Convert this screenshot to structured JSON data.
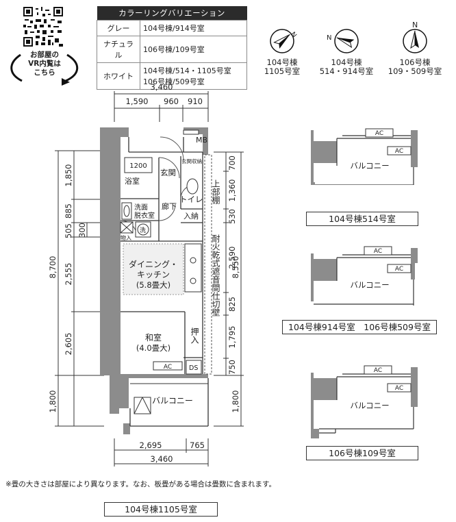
{
  "qr": {
    "caption_lines": [
      "お部屋の",
      "VR内覧は",
      "こちら"
    ]
  },
  "color_table": {
    "header": "カラーリングバリエーション",
    "rows": [
      {
        "name": "グレー",
        "lines": [
          "104号棟/914号室"
        ]
      },
      {
        "name": "ナチュラル",
        "lines": [
          "106号棟/109号室"
        ]
      },
      {
        "name": "ホワイト",
        "lines": [
          "104号棟/514・1105号室",
          "106号棟/509号室"
        ]
      }
    ]
  },
  "compasses": [
    {
      "label1": "104号棟",
      "label2": "1105号室",
      "north": "N"
    },
    {
      "label1": "104号棟",
      "label2": "514・914号室",
      "north": "N"
    },
    {
      "label1": "106号棟",
      "label2": "109・509号室",
      "north": "N"
    }
  ],
  "floor_plan": {
    "top_total": "3,460",
    "top_parts": [
      "1,590",
      "960",
      "910"
    ],
    "bottom_parts": [
      "2,695",
      "765"
    ],
    "bottom_total": "3,460",
    "left_total": "8,700",
    "left_total_bottom": "1,800",
    "left_parts": [
      "1,850",
      "885",
      "505",
      "2,555",
      "2,605"
    ],
    "left_inner": "300",
    "right_total": "8,550",
    "right_parts": [
      "700",
      "1,360",
      "530",
      "2,590",
      "825",
      "1,795",
      "750"
    ],
    "right_total_bottom": "1,800",
    "rooms": {
      "mb": "MB",
      "bath_size": "1200",
      "bath": "浴室",
      "entrance": "玄関",
      "shoe": "玄関収納",
      "toilet": "トイレ",
      "hall": "廊下",
      "upper_shelf": "上部棚",
      "storage1": "入納",
      "washroom1": "洗面",
      "washroom2": "脱衣室",
      "washer": "洗",
      "storage_small": "物入",
      "dining1": "ダイニング・",
      "dining2": "キッチン",
      "dining_size": "(5.8畳大)",
      "wall_note": "耐火乾式遮音間仕切壁",
      "washitsu": "和室",
      "washitsu_size": "(4.0畳大)",
      "closet": "押入",
      "ac": "AC",
      "ds": "DS",
      "balcony": "バルコニー"
    }
  },
  "variants": [
    {
      "label": "104号棟514号室",
      "balcony": "バルコニー",
      "ac1": "AC",
      "ac2": "AC"
    },
    {
      "label": "104号棟914号室　106号棟509号室",
      "balcony": "バルコニー",
      "ac1": "AC",
      "ac2": "AC"
    },
    {
      "label": "106号棟109号室",
      "balcony": "バルコニー",
      "ac1": "AC",
      "ac2": "AC"
    }
  ],
  "note": "※畳の大きさは部屋により異なります。なお、板畳がある場合は畳数に含まれます。",
  "unit_label": "104号棟1105号室"
}
